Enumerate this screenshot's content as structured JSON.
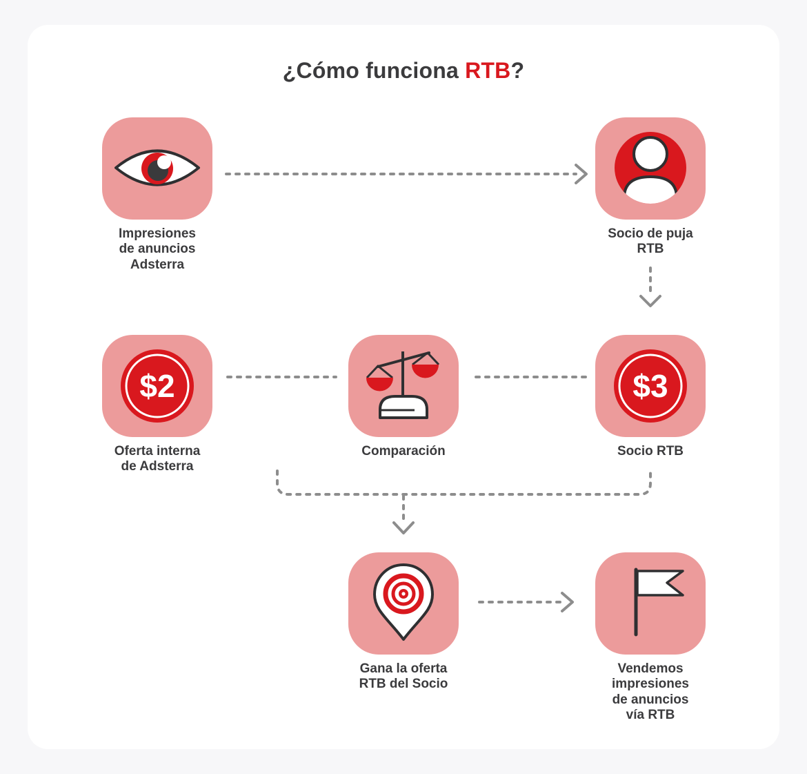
{
  "page": {
    "title_prefix": "¿Cómo funciona ",
    "title_highlight": "RTB",
    "title_suffix": "?"
  },
  "colors": {
    "accent_red": "#d9181e",
    "tile_pink": "#ec9b9b",
    "text_dark": "#3b3b3d",
    "connector_gray": "#8d8d8d",
    "card_bg": "#ffffff",
    "page_bg": "#f7f7f9"
  },
  "nodes": [
    {
      "id": "impressions",
      "icon": "eye-icon",
      "label": "Impresiones\nde anuncios\nAdsterra"
    },
    {
      "id": "bidding-partner",
      "icon": "user-icon",
      "label": "Socio de puja\nRTB"
    },
    {
      "id": "internal-bid",
      "icon": "price-circle-icon",
      "label": "Oferta interna\nde Adsterra",
      "value": "$2"
    },
    {
      "id": "comparison",
      "icon": "scales-icon",
      "label": "Comparación"
    },
    {
      "id": "partner-bid",
      "icon": "price-circle-icon",
      "label": "Socio RTB",
      "value": "$3"
    },
    {
      "id": "winning-bid",
      "icon": "location-target-icon",
      "label": "Gana la oferta\nRTB del Socio"
    },
    {
      "id": "sell-impressions",
      "icon": "flag-icon",
      "label": "Vendemos\nimpresiones\nde anuncios\nvía RTB"
    }
  ],
  "edges": [
    {
      "from": "impressions",
      "to": "bidding-partner",
      "style": "dashed-arrow-right"
    },
    {
      "from": "bidding-partner",
      "to": "partner-bid",
      "style": "dashed-arrow-down"
    },
    {
      "from": "internal-bid",
      "to": "comparison",
      "style": "dashed-line"
    },
    {
      "from": "comparison",
      "to": "partner-bid",
      "style": "dashed-line"
    },
    {
      "from": "internal-bid & partner-bid",
      "to": "winning-bid",
      "style": "dashed-bracket-arrow-down"
    },
    {
      "from": "winning-bid",
      "to": "sell-impressions",
      "style": "dashed-arrow-right"
    }
  ]
}
